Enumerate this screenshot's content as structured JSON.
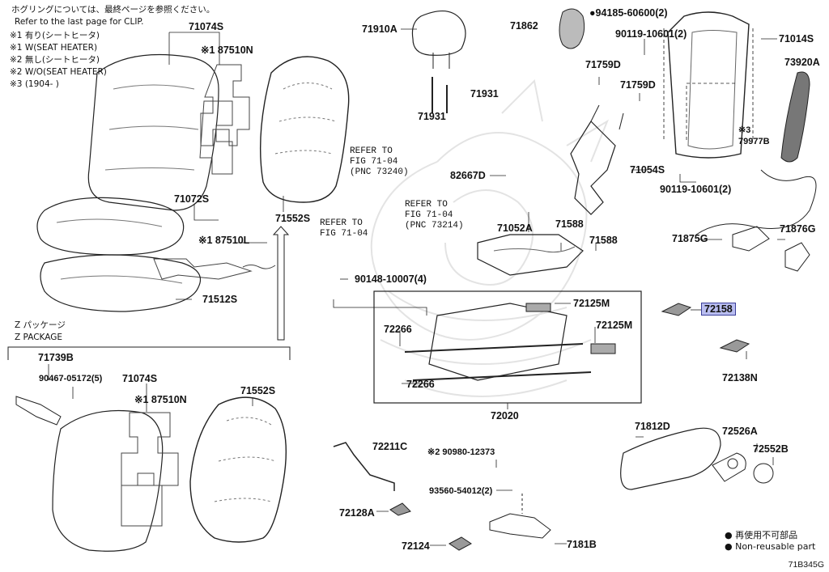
{
  "notes": {
    "clip_jp": "ホグリングについては、最終ページを参照ください。",
    "clip_en": "Refer to the last page for CLIP.",
    "n1a": "※1 有り(シートヒータ)",
    "n1b": "※1 W(SEAT HEATER)",
    "n2a": "※2 無し(シートヒータ)",
    "n2b": "※2 W/O(SEAT HEATER)",
    "n3": "※3 (1904-      )",
    "zpack_jp": "Z パッケージ",
    "zpack_en": "Z PACKAGE"
  },
  "refs": {
    "r1": "REFER TO FIG 71-04 (PNC 73240)",
    "r1a": "REFER TO",
    "r1b": "FIG 71-04",
    "r1c": "(PNC 73240)",
    "r2a": "REFER TO",
    "r2b": "FIG 71-04",
    "r3a": "REFER TO",
    "r3b": "FIG 71-04",
    "r3c": "(PNC 73214)"
  },
  "parts": {
    "p71074S_a": "71074S",
    "p87510N_a": "※1 87510N",
    "p71072S": "71072S",
    "p87510L": "※1 87510L",
    "p71512S": "71512S",
    "p71552S_a": "71552S",
    "p71910A": "71910A",
    "p71931_a": "71931",
    "p71931_b": "71931",
    "p90148": "90148-10007(4)",
    "p71862": "71862",
    "p94185": "●94185-60600(2)",
    "p90119_a": "90119-10601(2)",
    "p71014S": "71014S",
    "p73920A": "73920A",
    "p71759D_a": "71759D",
    "p71759D_b": "71759D",
    "p79977B": "※3 79977B",
    "p71054S": "71054S",
    "p82667D": "82667D",
    "p90119_b": "90119-10601(2)",
    "p71052A": "71052A",
    "p71588_a": "71588",
    "p71588_b": "71588",
    "p71875G": "71875G",
    "p71876G": "71876G",
    "p72125M_a": "72125M",
    "p72125M_b": "72125M",
    "p72158": "72158",
    "p72266_a": "72266",
    "p72266_b": "72266",
    "p72138N": "72138N",
    "p72020": "72020",
    "p71739B": "71739B",
    "p90467": "90467-05172(5)",
    "p71074S_b": "71074S",
    "p87510N_b": "※1 87510N",
    "p71552S_b": "71552S",
    "p72211C": "72211C",
    "p90980": "※2 90980-12373",
    "p93560": "93560-54012(2)",
    "p72128A": "72128A",
    "p72124": "72124",
    "p7181B": "7181B",
    "p71812D": "71812D",
    "p72526A": "72526A",
    "p72552B": "72552B"
  },
  "legend": {
    "nonreuse_jp": "● 再使用不可部品",
    "nonreuse_en": "● Non-reusable part"
  },
  "fig_code": "71B345G",
  "colors": {
    "highlight_bg": "#b9bdf0",
    "highlight_border": "#3b3f9a",
    "line": "#222222"
  }
}
